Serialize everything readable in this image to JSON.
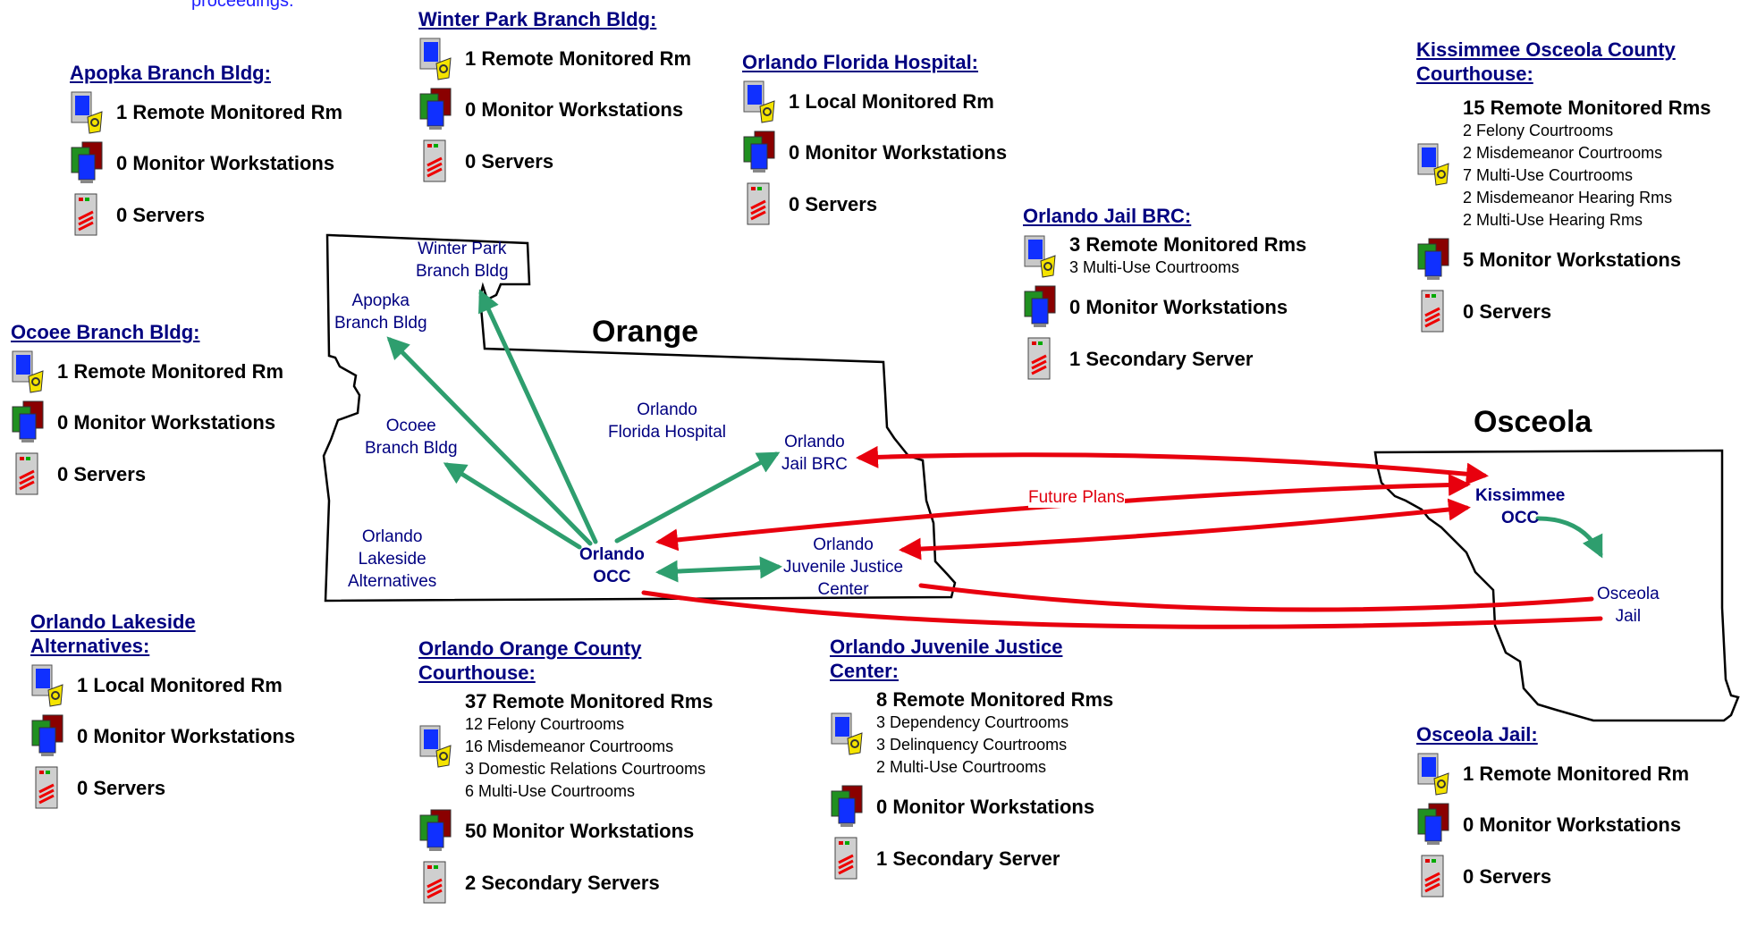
{
  "header_fragment": "proceedings.",
  "regions": {
    "orange": "Orange",
    "osceola": "Osceola"
  },
  "future_label": "Future Plans",
  "map_labels": {
    "winter_park": [
      "Winter Park",
      "Branch Bldg"
    ],
    "apopka": [
      "Apopka",
      "Branch Bldg"
    ],
    "ocoee": [
      "Ocoee",
      "Branch Bldg"
    ],
    "florida_hospital": [
      "Orlando",
      "Florida Hospital"
    ],
    "jail_brc": [
      "Orlando",
      "Jail BRC"
    ],
    "lakeside": [
      "Orlando",
      "Lakeside",
      "Alternatives"
    ],
    "orlando_occ": [
      "Orlando",
      "OCC"
    ],
    "juvenile": [
      "Orlando",
      "Juvenile Justice",
      "Center"
    ],
    "kissimmee_occ": [
      "Kissimmee",
      "OCC"
    ],
    "osceola_jail": [
      "Osceola",
      "Jail"
    ]
  },
  "locations": {
    "apopka": {
      "title": "Apopka Branch Bldg:",
      "monitored": "1 Remote Monitored Rm",
      "workstations": "0 Monitor Workstations",
      "servers": "0 Servers"
    },
    "winter_park": {
      "title": "Winter Park Branch Bldg:",
      "monitored": "1 Remote Monitored Rm",
      "workstations": "0 Monitor Workstations",
      "servers": "0 Servers"
    },
    "florida_hospital": {
      "title": "Orlando Florida Hospital:",
      "monitored": "1 Local Monitored Rm",
      "workstations": "0 Monitor Workstations",
      "servers": "0 Servers"
    },
    "jail_brc": {
      "title": "Orlando Jail BRC:",
      "monitored": "3 Remote Monitored Rms",
      "details": [
        "3 Multi-Use Courtrooms"
      ],
      "workstations": "0 Monitor Workstations",
      "servers": "1 Secondary Server"
    },
    "kissimmee": {
      "title": "Kissimmee Osceola County Courthouse:",
      "monitored": "15 Remote Monitored Rms",
      "details": [
        "2 Felony Courtrooms",
        "2 Misdemeanor Courtrooms",
        "7 Multi-Use Courtrooms",
        "2 Misdemeanor Hearing Rms",
        "2 Multi-Use Hearing Rms"
      ],
      "workstations": "5 Monitor Workstations",
      "servers": "0 Servers"
    },
    "ocoee": {
      "title": "Ocoee Branch Bldg:",
      "monitored": "1 Remote Monitored Rm",
      "workstations": "0 Monitor Workstations",
      "servers": "0 Servers"
    },
    "lakeside": {
      "title": "Orlando Lakeside Alternatives:",
      "monitored": "1 Local Monitored Rm",
      "workstations": "0 Monitor Workstations",
      "servers": "0 Servers"
    },
    "orange_courthouse": {
      "title": "Orlando Orange County Courthouse:",
      "monitored": "37 Remote Monitored Rms",
      "details": [
        "12 Felony Courtrooms",
        "16 Misdemeanor Courtrooms",
        "3 Domestic Relations Courtrooms",
        "6 Multi-Use Courtrooms"
      ],
      "workstations": "50 Monitor Workstations",
      "servers": "2 Secondary Servers"
    },
    "juvenile": {
      "title": "Orlando Juvenile Justice Center:",
      "monitored": "8 Remote Monitored Rms",
      "details": [
        "3 Dependency Courtrooms",
        "3 Delinquency Courtrooms",
        "2 Multi-Use Courtrooms"
      ],
      "workstations": "0 Monitor Workstations",
      "servers": "1 Secondary Server"
    },
    "osceola_jail": {
      "title": "Osceola Jail:",
      "monitored": "1 Remote Monitored Rm",
      "workstations": "0 Monitor Workstations",
      "servers": "0 Servers"
    }
  },
  "colors": {
    "title": "#000080",
    "green_arrow": "#2e9e6e",
    "red_arrow": "#e8000e",
    "map_border": "#000000"
  }
}
